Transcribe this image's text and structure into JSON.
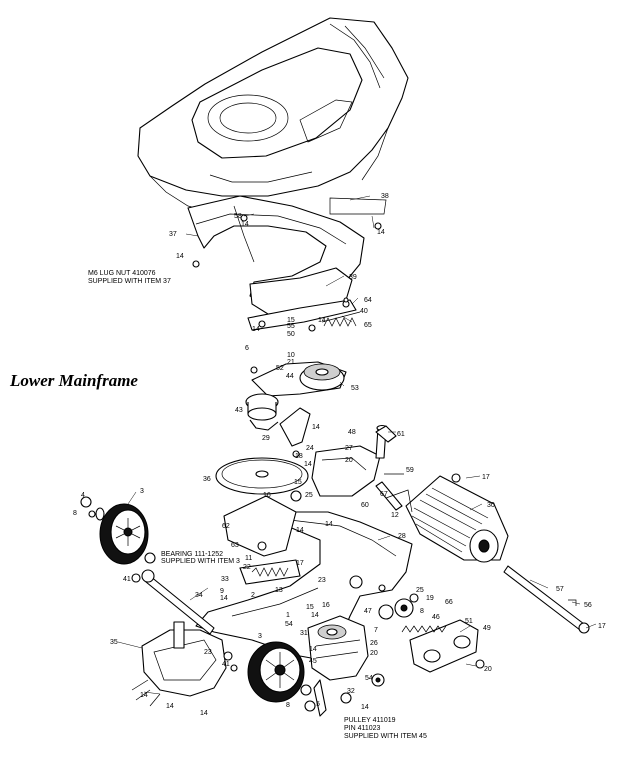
{
  "title": "Lower Mainframe",
  "notes": {
    "lug_nut_1": "M6 LUG NUT 410076",
    "lug_nut_2": "SUPPLIED WITH ITEM 37",
    "bearing_1": "BEARING 111-1252",
    "bearing_2": "SUPPLIED WITH ITEM 3",
    "pulley_1": "PULLEY 411019",
    "pulley_2": "PIN 411023",
    "pulley_3": "SUPPLIED WITH ITEM 45"
  },
  "callouts": [
    "1",
    "2",
    "3",
    "4",
    "5",
    "6",
    "7",
    "8",
    "9",
    "10",
    "11",
    "12",
    "13",
    "14",
    "15",
    "16",
    "17",
    "18",
    "19",
    "20",
    "21",
    "22",
    "23",
    "24",
    "25",
    "26",
    "27",
    "28",
    "29",
    "30",
    "31",
    "32",
    "33",
    "34",
    "35",
    "36",
    "37",
    "38",
    "39",
    "40",
    "41",
    "42",
    "43",
    "44",
    "45",
    "46",
    "47",
    "48",
    "49",
    "50",
    "51",
    "52",
    "53",
    "54",
    "55",
    "56",
    "57",
    "58",
    "59",
    "60",
    "61",
    "62",
    "63",
    "64",
    "65",
    "66",
    "67"
  ]
}
